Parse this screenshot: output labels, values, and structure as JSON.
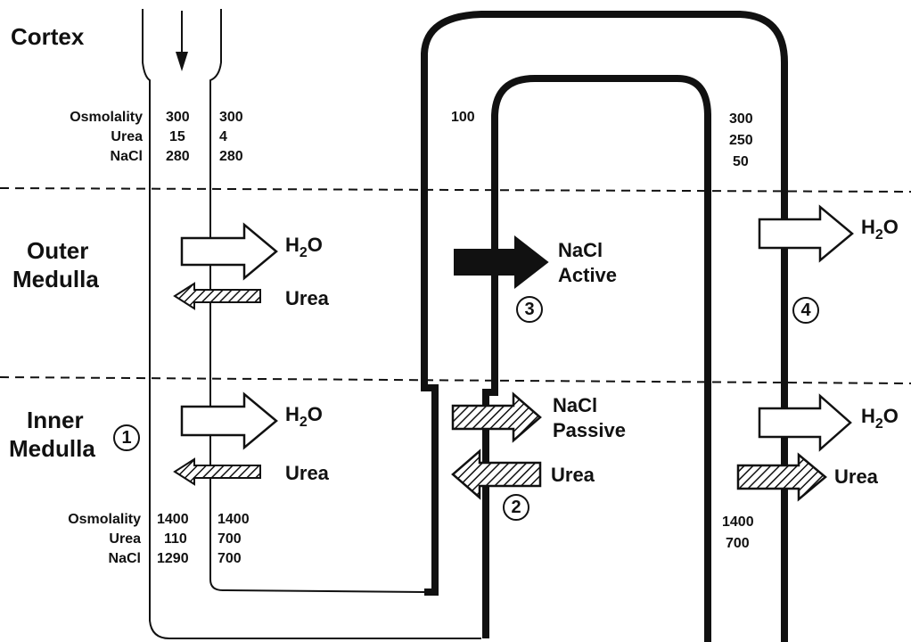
{
  "regions": {
    "cortex": "Cortex",
    "outer_medulla": [
      "Outer",
      "Medulla"
    ],
    "inner_medulla": [
      "Inner",
      "Medulla"
    ]
  },
  "top_values": {
    "labels": [
      "Osmolality",
      "Urea",
      "NaCl"
    ],
    "col1": [
      "300",
      "15",
      "280"
    ],
    "col2": [
      "300",
      "4",
      "280"
    ]
  },
  "bottom_values": {
    "labels": [
      "Osmolality",
      "Urea",
      "NaCl"
    ],
    "col1": [
      "1400",
      "110",
      "1290"
    ],
    "col2": [
      "1400",
      "700",
      "700"
    ]
  },
  "ascending_top": "100",
  "collecting_top": [
    "300",
    "250",
    "50"
  ],
  "collecting_bottom": [
    "1400",
    "700"
  ],
  "flux_labels": {
    "outer_h2o": "H",
    "outer_h2o_sub": "2",
    "outer_h2o_tail": "O",
    "outer_urea": "Urea",
    "inner_h2o": "H",
    "inner_h2o_sub": "2",
    "inner_h2o_tail": "O",
    "inner_urea": "Urea",
    "nacl_active": [
      "NaCl",
      "Active"
    ],
    "nacl_passive": [
      "NaCl",
      "Passive"
    ],
    "passive_urea": "Urea",
    "cd_outer_h2o": "H",
    "cd_outer_h2o_sub": "2",
    "cd_outer_h2o_tail": "O",
    "cd_inner_h2o": "H",
    "cd_inner_h2o_sub": "2",
    "cd_inner_h2o_tail": "O",
    "cd_urea": "Urea"
  },
  "markers": [
    "1",
    "2",
    "3",
    "4"
  ]
}
